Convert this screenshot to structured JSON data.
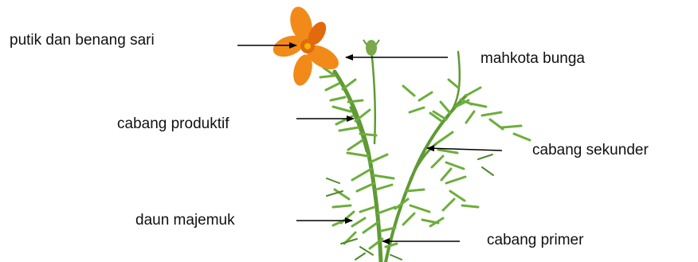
{
  "labels": {
    "pistil_stamen": "putik dan benang sari",
    "corolla": "mahkota bunga",
    "productive_branch": "cabang produktif",
    "secondary_branch": "cabang sekunder",
    "compound_leaf": "daun majemuk",
    "primary_branch": "cabang primer"
  },
  "colors": {
    "petal": "#f28a1a",
    "petal_dark": "#e06a0c",
    "stem": "#5f9a35",
    "leaf": "#6dae3c",
    "leaf_dark": "#4f8a2a",
    "arrow": "#000000"
  }
}
